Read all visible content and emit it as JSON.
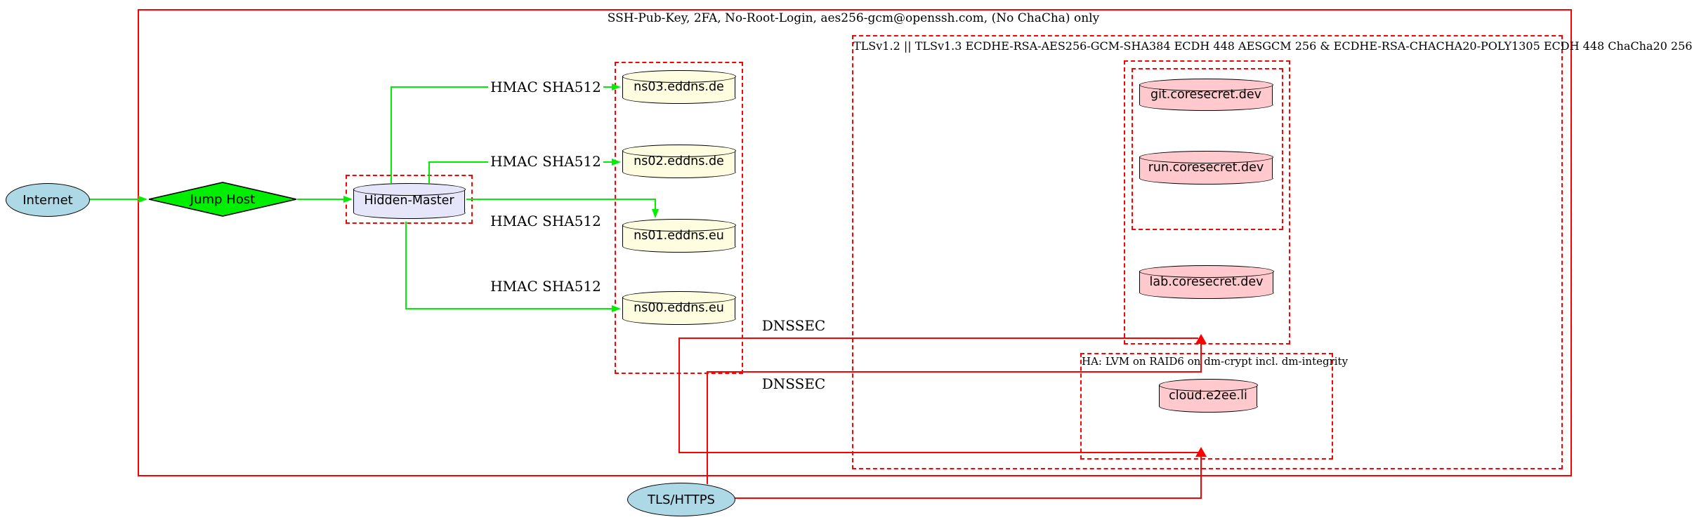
{
  "diagram": {
    "outer_box_label": "SSH-Pub-Key, 2FA, No-Root-Login, aes256-gcm@openssh.com, (No ChaCha) only",
    "tls_box_label": "TLSv1.2 || TLSv1.3 ECDHE-RSA-AES256-GCM-SHA384 ECDH 448 AESGCM 256 & ECDHE-RSA-CHACHA20-POLY1305 ECDH 448 ChaCha20 256",
    "ha_box_label": "HA: LVM on RAID6 on dm-crypt incl. dm-integrity",
    "nodes": {
      "internet": {
        "label": "Internet",
        "shape": "ellipse",
        "fill": "#add8e6"
      },
      "jump_host": {
        "label": "Jump Host",
        "shape": "diamond",
        "fill": "#00ee00"
      },
      "hidden_master": {
        "label": "Hidden-Master",
        "shape": "cylinder",
        "fill": "#e6e6fa"
      },
      "ns03": {
        "label": "ns03.eddns.de",
        "shape": "cylinder",
        "fill": "#fffde0"
      },
      "ns02": {
        "label": "ns02.eddns.de",
        "shape": "cylinder",
        "fill": "#fffde0"
      },
      "ns01": {
        "label": "ns01.eddns.eu",
        "shape": "cylinder",
        "fill": "#fffde0"
      },
      "ns00": {
        "label": "ns00.eddns.eu",
        "shape": "cylinder",
        "fill": "#fffde0"
      },
      "git": {
        "label": "git.coresecret.dev",
        "shape": "cylinder",
        "fill": "#ffc9ce"
      },
      "run": {
        "label": "run.coresecret.dev",
        "shape": "cylinder",
        "fill": "#ffc9ce"
      },
      "lab": {
        "label": "lab.coresecret.dev",
        "shape": "cylinder",
        "fill": "#ffc9ce"
      },
      "cloud": {
        "label": "cloud.e2ee.li",
        "shape": "cylinder",
        "fill": "#ffc9ce"
      },
      "tls_https": {
        "label": "TLS/HTTPS",
        "shape": "ellipse",
        "fill": "#add8e6"
      }
    },
    "edge_labels": {
      "hmac": "HMAC SHA512",
      "dnssec": "DNSSEC"
    },
    "colors": {
      "secure_edge_green": "#00ee00",
      "boundary_red": "#ff0000"
    }
  }
}
